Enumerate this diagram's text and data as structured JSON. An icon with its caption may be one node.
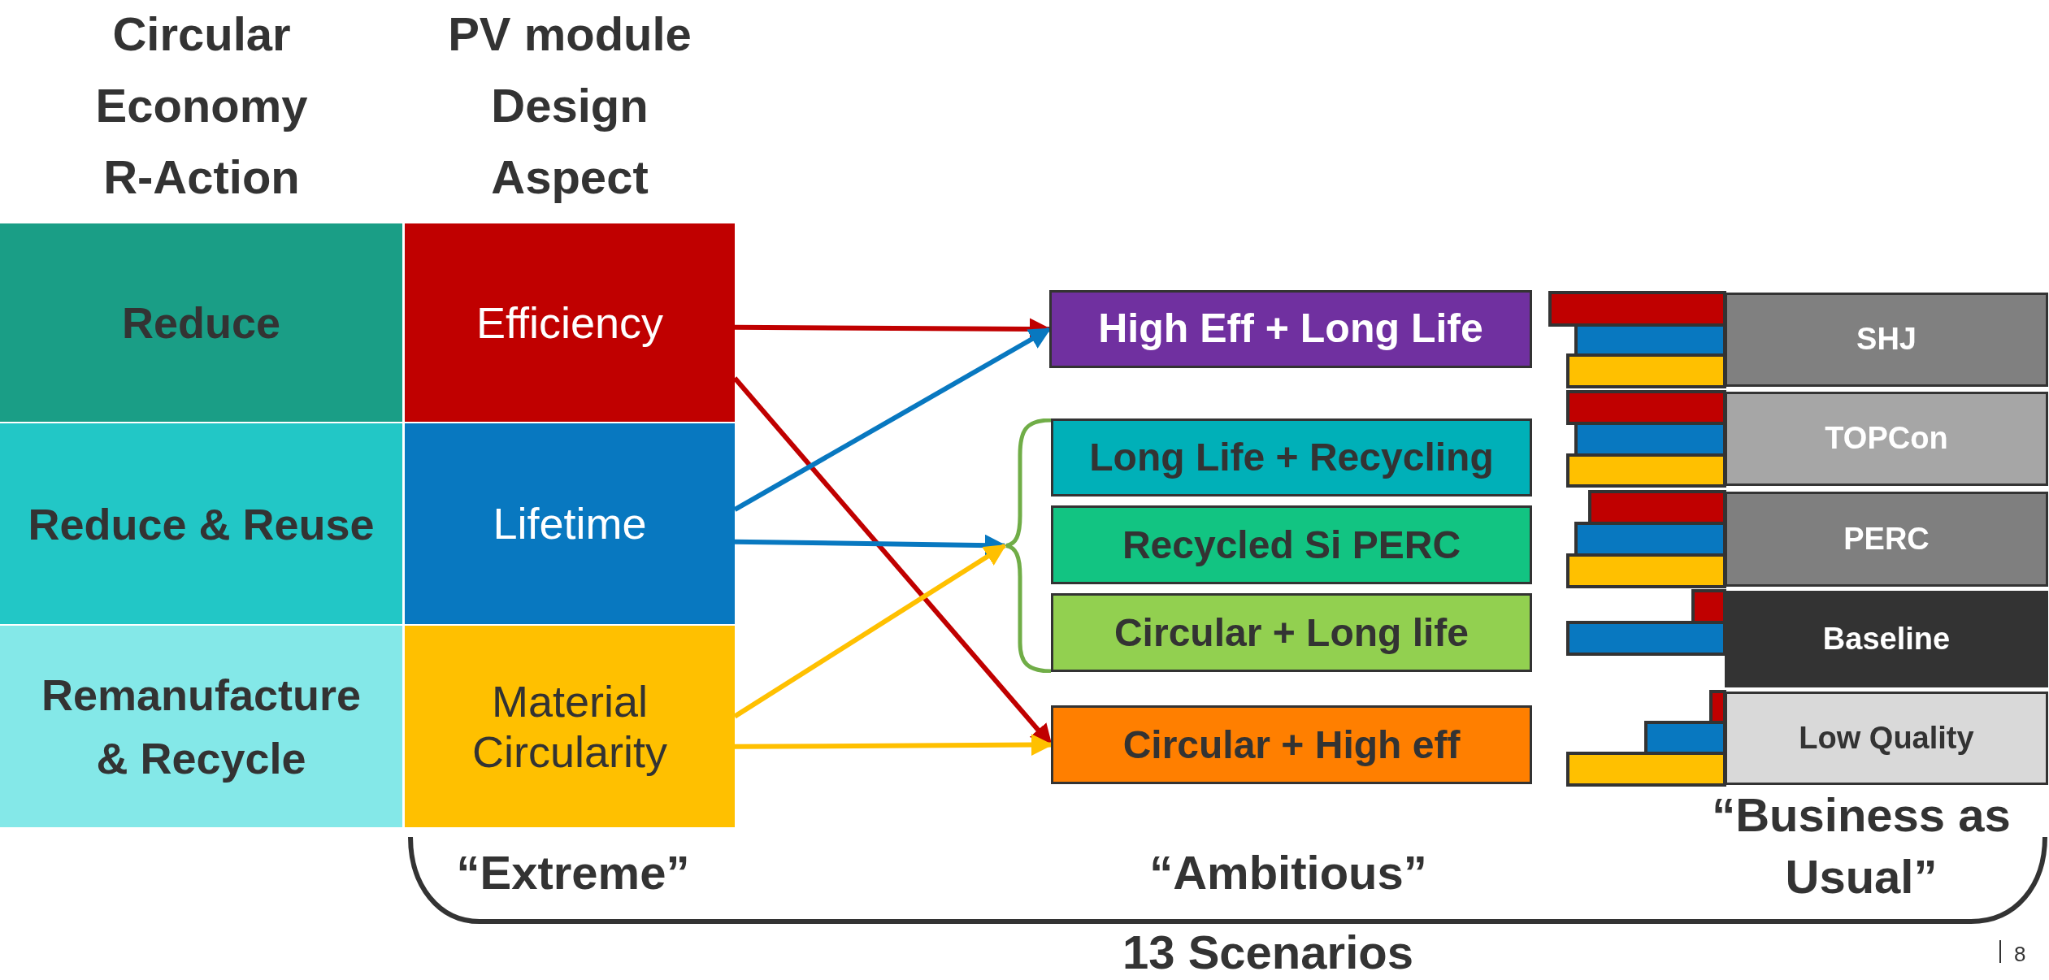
{
  "diagram": {
    "nodes": [
      {
        "text": [
          "Reduce"
        ]
      },
      {
        "text": [
          "Reduce & Reuse"
        ]
      },
      {
        "text": [
          "Remanufacture & Recycle"
        ]
      },
      {
        "text": [
          "Efficiency"
        ]
      },
      {
        "text": [
          "Lifetime"
        ]
      },
      {
        "text": [
          "Material Circularity"
        ]
      },
      {
        "text": [
          "High Eff + Long Life"
        ]
      },
      {
        "text": [
          "Long Life + Recycling"
        ]
      },
      {
        "text": [
          "Recycled Si PERC"
        ]
      },
      {
        "text": [
          "Circular + Long life"
        ]
      },
      {
        "text": [
          "Circular + High eff"
        ]
      },
      {
        "text": [
          "SHJ"
        ]
      },
      {
        "text": [
          "TOPCon"
        ]
      },
      {
        "text": [
          "PERC"
        ]
      },
      {
        "text": [
          "Baseline"
        ]
      },
      {
        "text": [
          "Low Quality"
        ]
      },
      {
        "text": [],
        "shape": "brace"
      }
    ],
    "edges": [
      {
        "from": 3,
        "to": 6,
        "arrow": "to",
        "color": "#c00000"
      },
      {
        "from": 3,
        "to": 10,
        "arrow": "to",
        "color": "#c00000"
      },
      {
        "from": 4,
        "to": 6,
        "arrow": "to",
        "color": "#0878c0"
      },
      {
        "from": 4,
        "to": 16,
        "arrow": "to",
        "color": "#0878c0"
      },
      {
        "from": 5,
        "to": 16,
        "arrow": "to",
        "color": "#ffc000"
      },
      {
        "from": 5,
        "to": 10,
        "arrow": "to",
        "color": "#ffc000"
      }
    ],
    "labels": [
      "Circular Economy R-Action",
      "PV module Design Aspect",
      "“Extreme”",
      "“Ambitious”",
      "“Business as Usual”",
      "13 Scenarios",
      "8"
    ]
  }
}
